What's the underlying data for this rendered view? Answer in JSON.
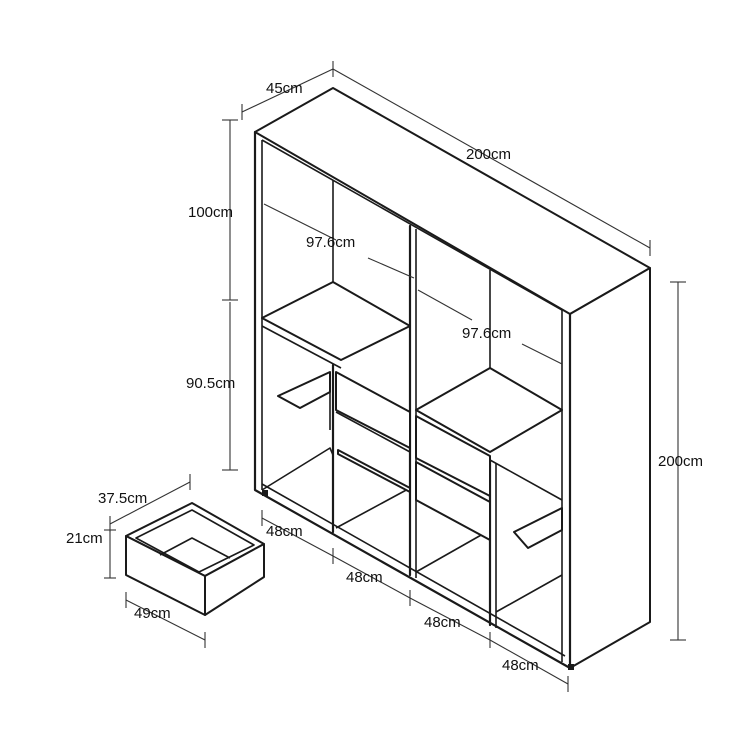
{
  "labels": {
    "depth": "45cm",
    "width_top": "200cm",
    "height_upper": "100cm",
    "height_lower": "90.5cm",
    "height_total": "200cm",
    "shelf_upper_left": "97.6cm",
    "shelf_upper_right": "97.6cm",
    "bay_1": "48cm",
    "bay_2": "48cm",
    "bay_3": "48cm",
    "bay_4": "48cm",
    "drawer_depth": "37.5cm",
    "drawer_height": "21cm",
    "drawer_width": "49cm"
  }
}
